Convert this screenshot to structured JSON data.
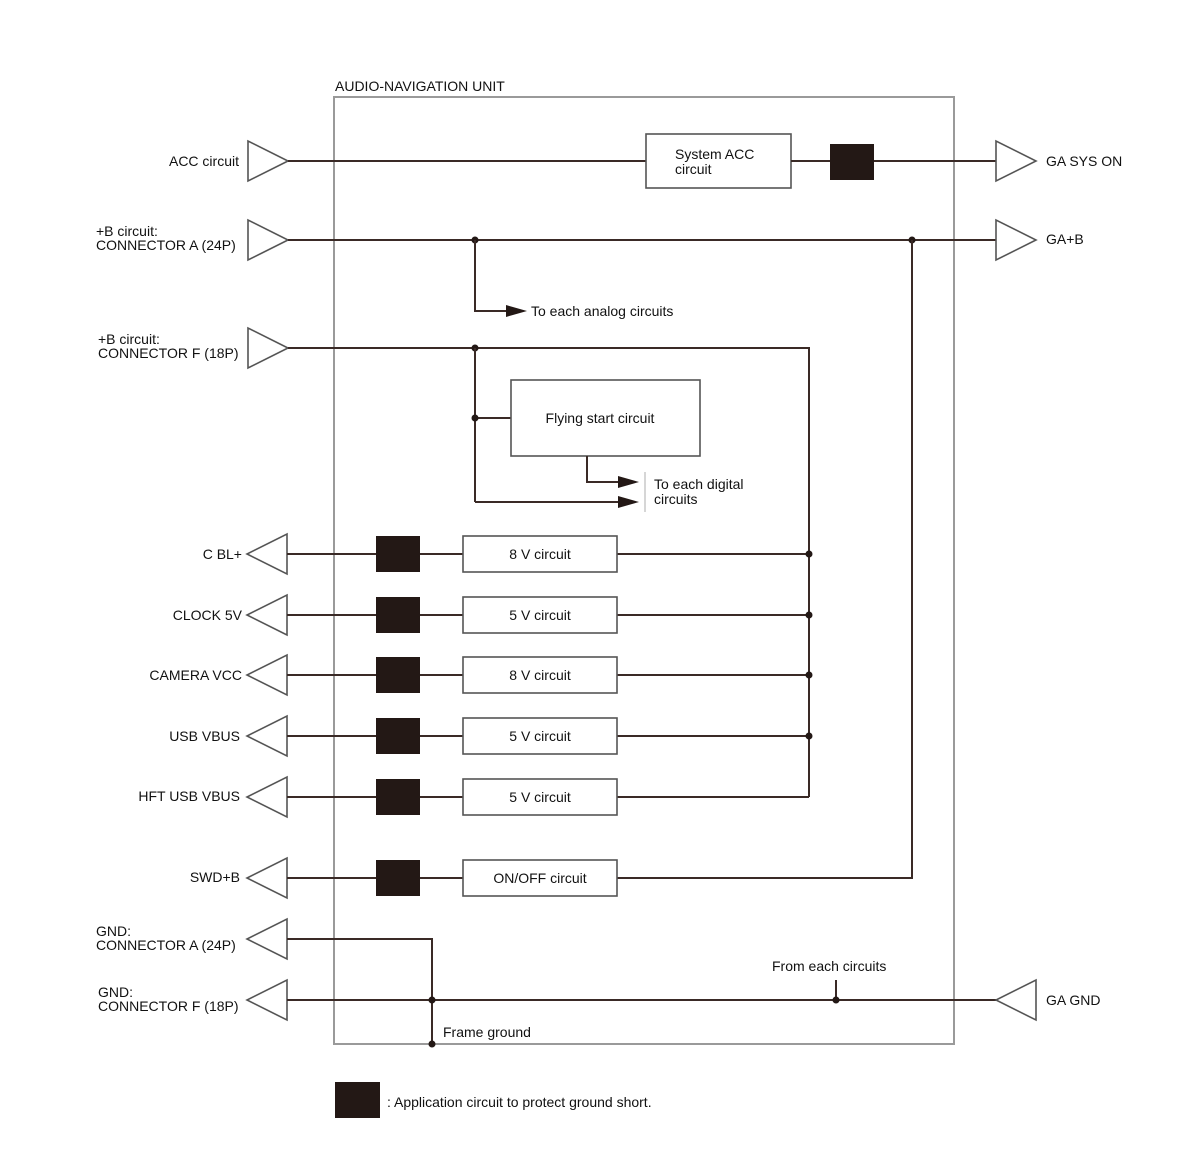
{
  "unit_title": "AUDIO-NAVIGATION UNIT",
  "inputs": {
    "acc": "ACC circuit",
    "b_a_line1": "+B circuit:",
    "b_a_line2": "CONNECTOR A (24P)",
    "b_f_line1": "+B circuit:",
    "b_f_line2": "CONNECTOR F (18P)",
    "gnd_a_line1": "GND:",
    "gnd_a_line2": "CONNECTOR A (24P)",
    "gnd_f_line1": "GND:",
    "gnd_f_line2": "CONNECTOR F (18P)"
  },
  "outputs": {
    "ga_sys_on": "GA SYS ON",
    "ga_b": "GA+B",
    "ga_gnd": "GA GND",
    "c_bl": "C BL+",
    "clock_5v": "CLOCK 5V",
    "camera_vcc": "CAMERA VCC",
    "usb_vbus": "USB VBUS",
    "hft_usb_vbus": "HFT USB VBUS",
    "swd_b": "SWD+B"
  },
  "blocks": {
    "system_acc_line1": "System ACC",
    "system_acc_line2": "circuit",
    "flying_start": "Flying start circuit",
    "c1": "8 V circuit",
    "c2": "5 V circuit",
    "c3": "8 V circuit",
    "c4": "5 V circuit",
    "c5": "5 V circuit",
    "onoff": "ON/OFF circuit"
  },
  "annotations": {
    "analog": "To each analog circuits",
    "digital_line1": "To each digital",
    "digital_line2": "circuits",
    "from_each": "From each circuits",
    "frame_ground": "Frame ground"
  },
  "legend": {
    "text": ": Application circuit to protect ground short."
  }
}
